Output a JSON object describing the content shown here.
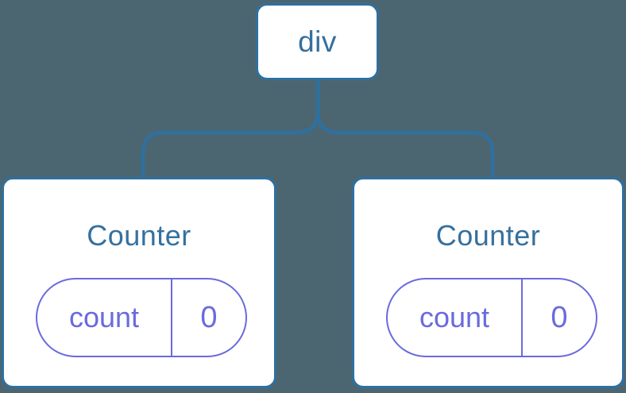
{
  "colors": {
    "background": "#4c6671",
    "stroke": "#2e70a0",
    "node-fill": "#ffffff",
    "node-text": "#35709e",
    "state": "#6a6ade"
  },
  "diagram": {
    "type": "component-tree",
    "root": {
      "label": "div"
    },
    "children": [
      {
        "title": "Counter",
        "state_key": "count",
        "state_value": "0"
      },
      {
        "title": "Counter",
        "state_key": "count",
        "state_value": "0"
      }
    ]
  }
}
